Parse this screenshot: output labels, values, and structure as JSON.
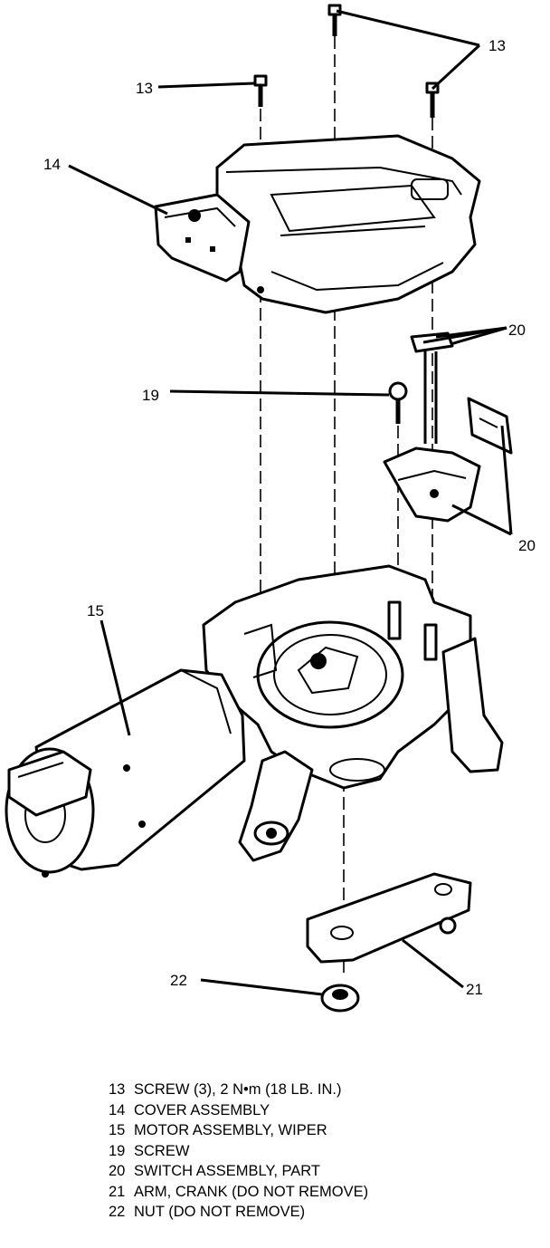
{
  "callouts": {
    "c13": "13",
    "c14": "14",
    "c15": "15",
    "c19": "19",
    "c20": "20",
    "c21": "21",
    "c22": "22"
  },
  "legend": [
    {
      "num": "13",
      "desc": "SCREW (3), 2 N•m (18 LB. IN.)"
    },
    {
      "num": "14",
      "desc": "COVER ASSEMBLY"
    },
    {
      "num": "15",
      "desc": "MOTOR ASSEMBLY, WIPER"
    },
    {
      "num": "19",
      "desc": "SCREW"
    },
    {
      "num": "20",
      "desc": "SWITCH ASSEMBLY, PART"
    },
    {
      "num": "21",
      "desc": "ARM, CRANK (DO NOT REMOVE)"
    },
    {
      "num": "22",
      "desc": "NUT (DO NOT REMOVE)"
    }
  ]
}
